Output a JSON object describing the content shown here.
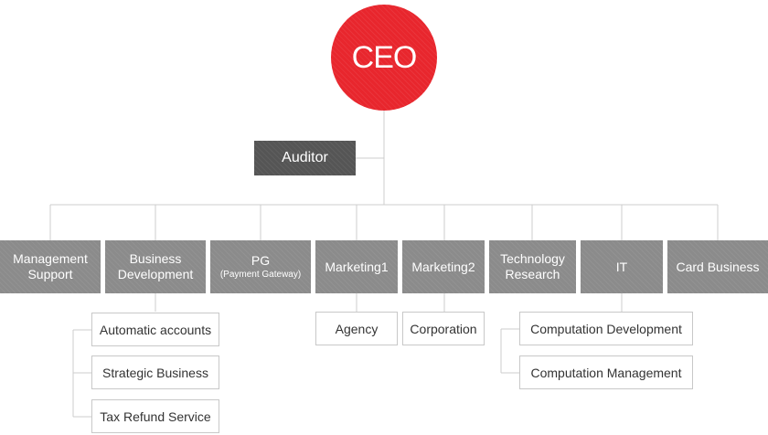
{
  "ceo": {
    "label": "CEO"
  },
  "auditor": {
    "label": "Auditor"
  },
  "departments": [
    {
      "line1": "Management",
      "line2": "Support"
    },
    {
      "line1": "Business",
      "line2": "Development"
    },
    {
      "line1": "PG",
      "line2": "(Payment Gateway)"
    },
    {
      "line1": "Marketing1"
    },
    {
      "line1": "Marketing2"
    },
    {
      "line1": "Technology",
      "line2": "Research"
    },
    {
      "line1": "IT"
    },
    {
      "line1": "Card Business"
    }
  ],
  "sub_units": {
    "business_development": [
      "Automatic accounts",
      "Strategic Business",
      "Tax Refund Service"
    ],
    "marketing1": [
      "Agency"
    ],
    "marketing2": [
      "Corporation"
    ],
    "it": [
      "Computation Development",
      "Computation Management"
    ]
  },
  "colors": {
    "ceo": "#e8262d",
    "auditor": "#555555",
    "department": "#8b8b8b",
    "connector": "#cccccc"
  }
}
